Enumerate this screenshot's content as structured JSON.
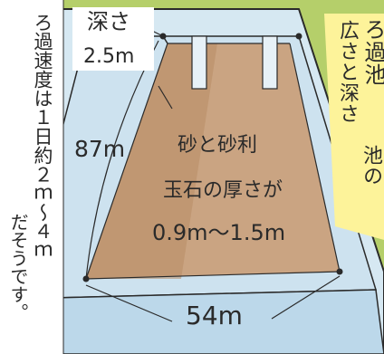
{
  "labels": {
    "depth_label": "深さ",
    "depth_value": "2.5m",
    "length_value": "87m",
    "width_value": "54m",
    "filter_speed_line1": "ろ過速度は１日約２ｍ～４ｍ",
    "filter_speed_line2": "だそうです。",
    "layer_line1": "砂と砂利",
    "layer_line2": "玉石の厚さが",
    "layer_line3": "0.9m～1.5m",
    "note_col1": "ろ過池",
    "note_col2": "広さと深さ",
    "note_col3": "池の"
  },
  "colors": {
    "grass": "#a9c95b",
    "water": "#cfe3f0",
    "sand": "#c9a27e",
    "note_bg": "#fdf39a",
    "ink": "#2a2a2a"
  }
}
